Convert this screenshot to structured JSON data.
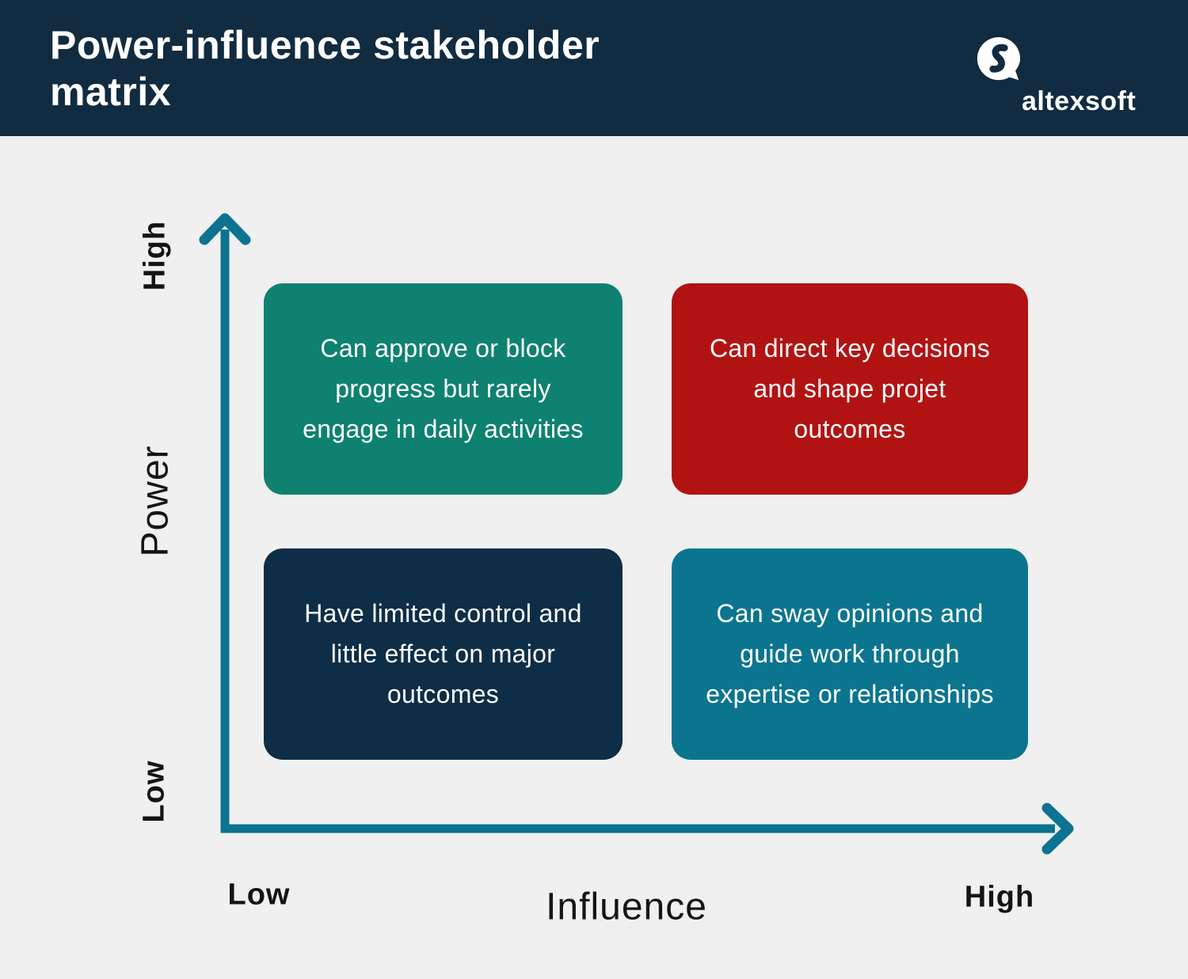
{
  "header": {
    "title": "Power-influence stakeholder\nmatrix",
    "brand": "altexsoft"
  },
  "colors": {
    "header_bg": "#112B40",
    "canvas_bg": "#F0F0F0",
    "axis": "#0D7390",
    "quadrant_green": "#0E8170",
    "quadrant_red": "#B11312",
    "quadrant_navy": "#0E2D47",
    "quadrant_teal": "#0B7590",
    "quadrant_text": "#FFFFFF",
    "label_text": "#141414"
  },
  "matrix": {
    "y_axis": {
      "title": "Power",
      "top_tick": "High",
      "bottom_tick": "Low"
    },
    "x_axis": {
      "title": "Influence",
      "left_tick": "Low",
      "right_tick": "High"
    },
    "quadrants": [
      {
        "position": "high-power-low-influence",
        "color": "#0E8170",
        "text": "Can approve or block\nprogress but rarely\nengage in daily activities"
      },
      {
        "position": "high-power-high-influence",
        "color": "#B11312",
        "text": "Can direct key decisions\nand shape projet\noutcomes"
      },
      {
        "position": "low-power-low-influence",
        "color": "#0E2D47",
        "text": "Have limited control and\nlittle effect on major\noutcomes"
      },
      {
        "position": "low-power-high-influence",
        "color": "#0B7590",
        "text": "Can sway opinions and\nguide work through\nexpertise or relationships"
      }
    ]
  }
}
